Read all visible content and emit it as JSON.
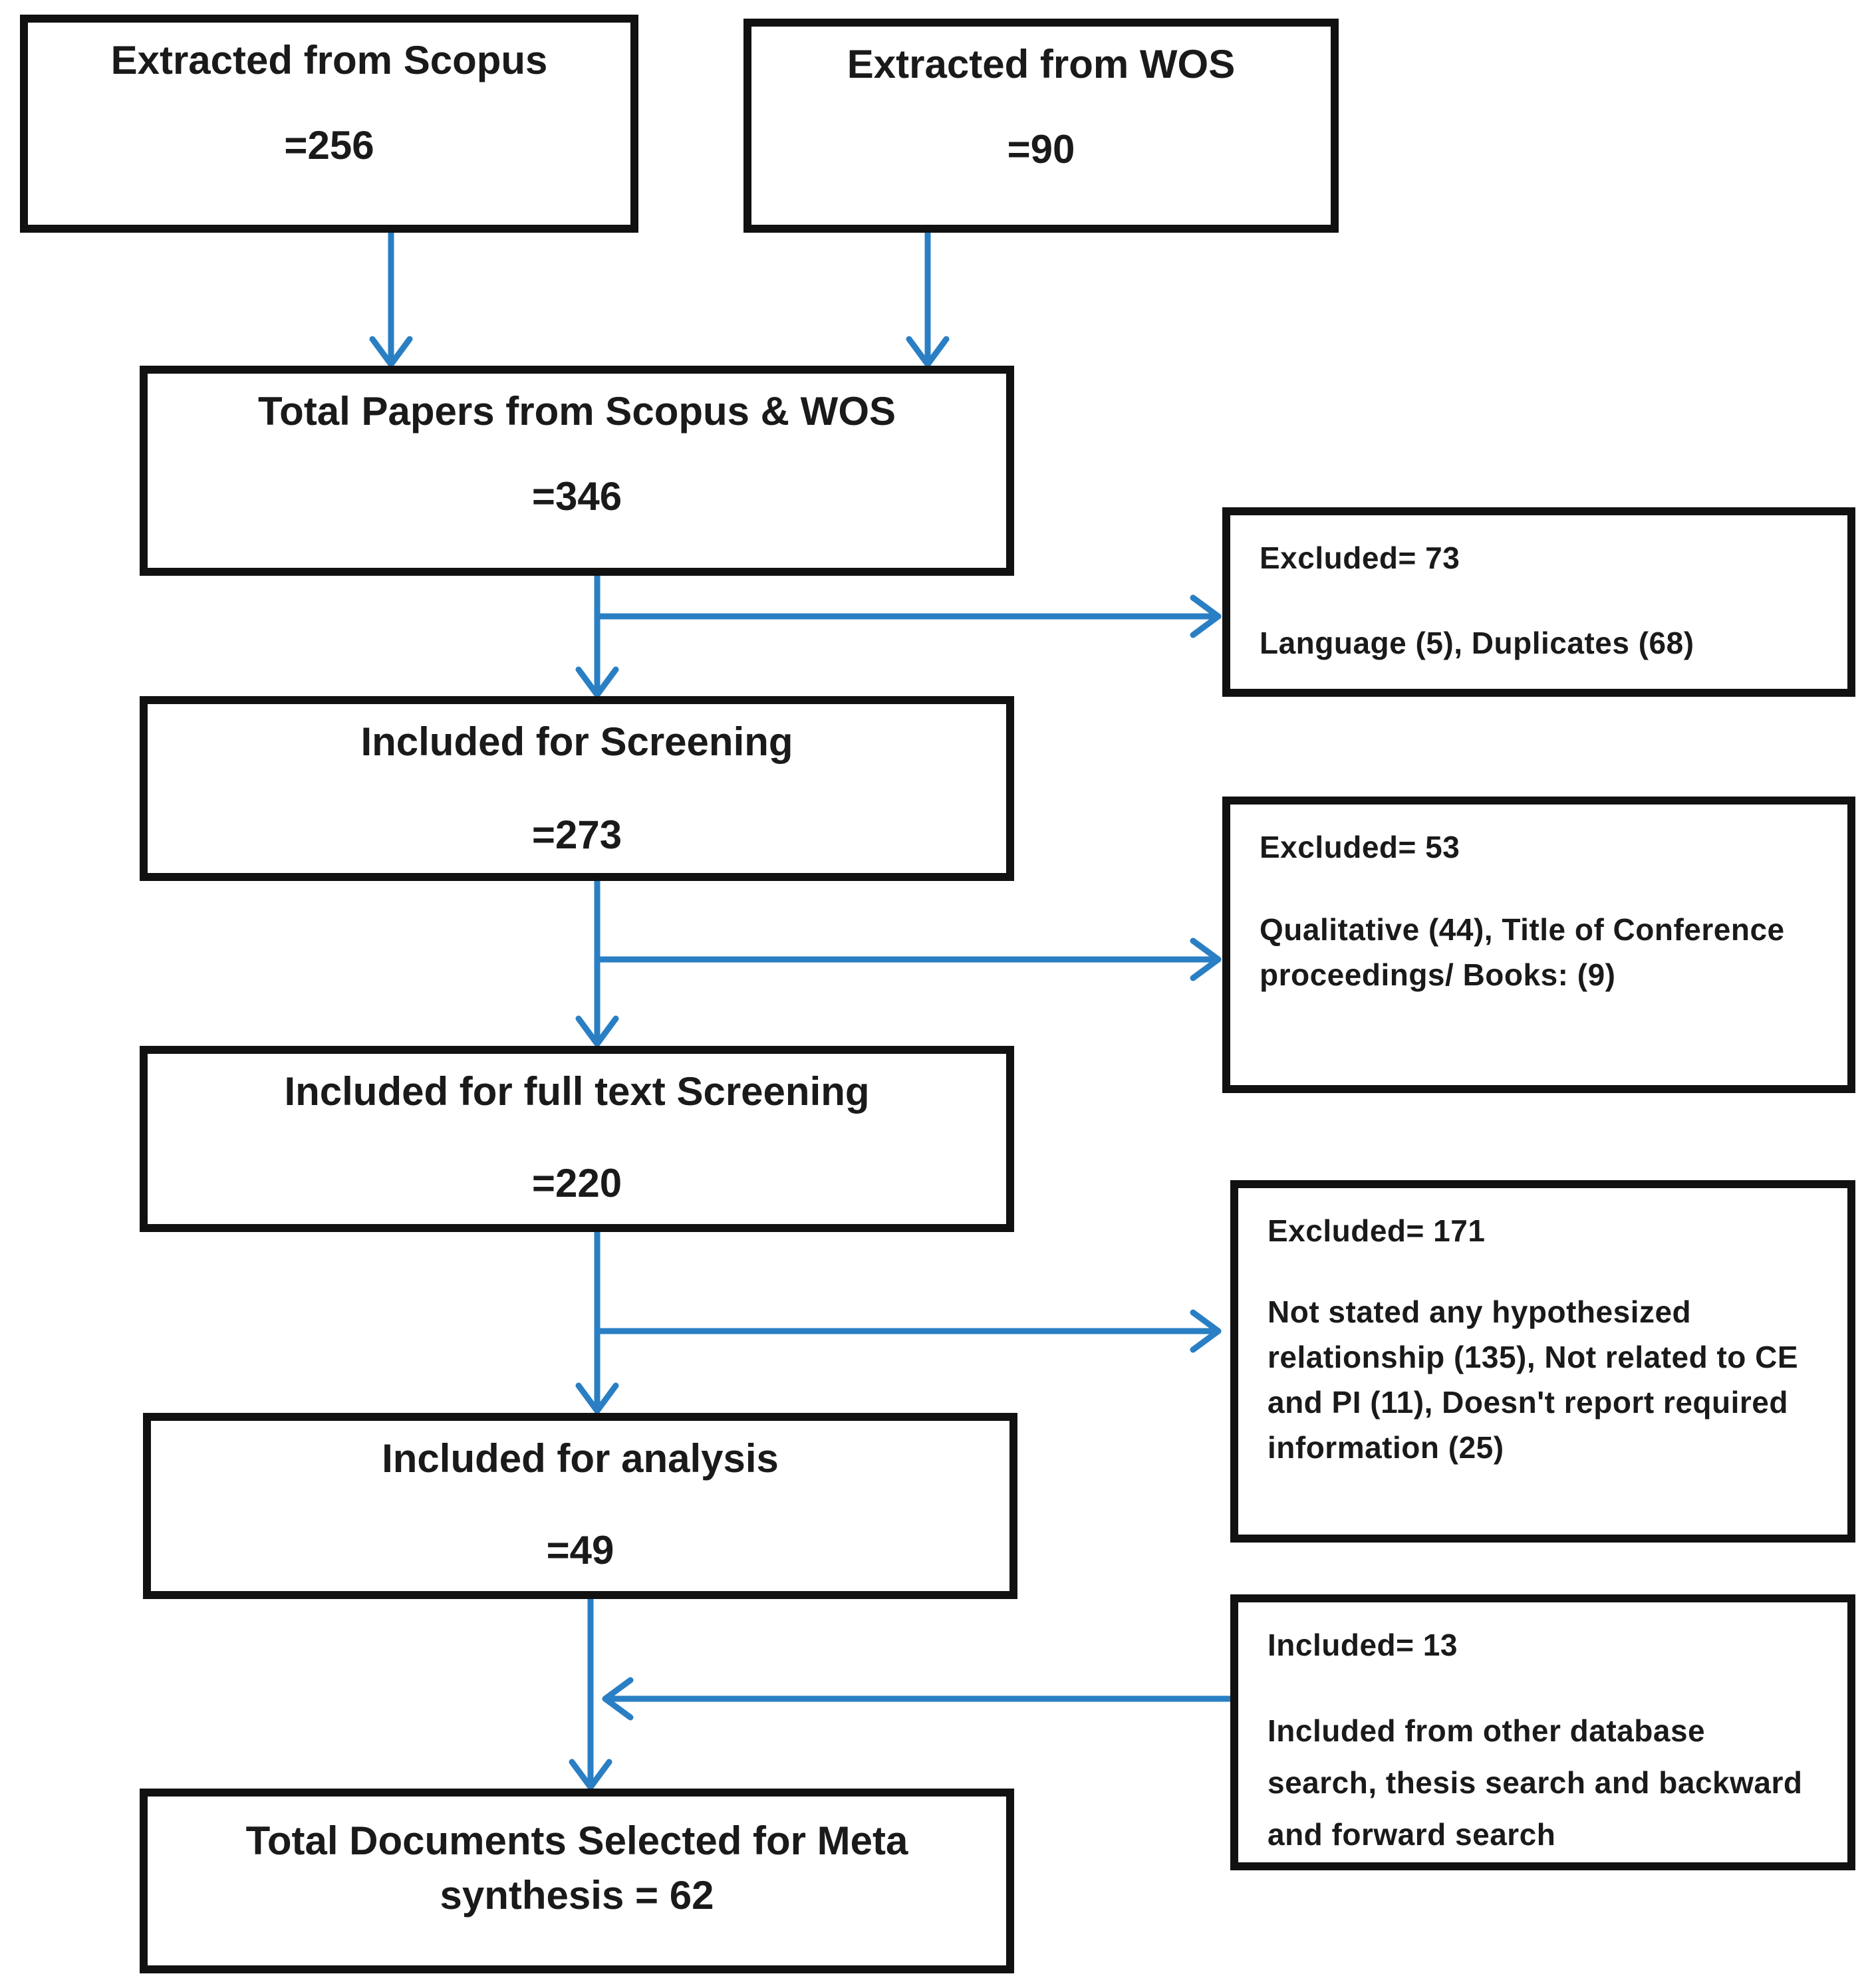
{
  "scopus": {
    "title": "Extracted from Scopus",
    "value": "=256"
  },
  "wos": {
    "title": "Extracted from WOS",
    "value": "=90"
  },
  "total": {
    "title": "Total Papers from Scopus & WOS",
    "value": "=346"
  },
  "screening": {
    "title": "Included for Screening",
    "value": "=273"
  },
  "fulltext": {
    "title": "Included for full text Screening",
    "value": "=220"
  },
  "analysis": {
    "title": "Included for analysis",
    "value": "=49"
  },
  "final": {
    "title": "Total Documents Selected for Meta synthesis = 62"
  },
  "excluded1": {
    "head": "Excluded= 73",
    "body": "Language (5), Duplicates (68)"
  },
  "excluded2": {
    "head": "Excluded= 53",
    "body": "Qualitative (44), Title of Conference proceedings/ Books: (9)"
  },
  "excluded3": {
    "head": "Excluded= 171",
    "body": "Not stated any hypothesized relationship (135), Not related to CE and PI (11), Doesn't report required information (25)"
  },
  "included_extra": {
    "head": "Included= 13",
    "body": "Included from other database search, thesis search and backward and forward search"
  },
  "colors": {
    "arrow": "#2a7fc4",
    "border": "#111111"
  }
}
